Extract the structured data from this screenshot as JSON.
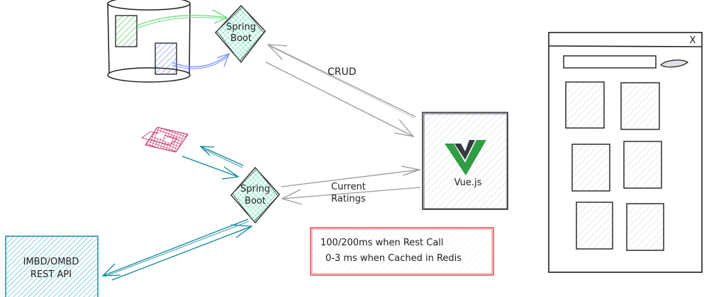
{
  "colors": {
    "ink": "#1e1e1e",
    "green": "#2f9e44",
    "green_fill": "#b2f2bb",
    "blue": "#4263eb",
    "blue_fill": "#a5b4fc",
    "spring_fill": "#96f2d7",
    "teal": "#0c8599",
    "teal_fill": "#99e9f2",
    "redis": "#c2255c",
    "note_border": "#e03131",
    "grey_arrow": "#999999",
    "vue_green": "#2f9e44",
    "vue_dark": "#343a40"
  },
  "nodes": {
    "database": {
      "label": ""
    },
    "spring_boot_top": {
      "line1": "Spring",
      "line2": "Boot"
    },
    "spring_boot_bottom": {
      "line1": "Spring",
      "line2": "Boot"
    },
    "vue": {
      "label": "Vue.js"
    },
    "redis": {
      "label": ""
    },
    "imdb_api": {
      "line1": "IMBD/OMBD",
      "line2": "REST API"
    }
  },
  "edges": {
    "crud": {
      "label": "CRUD"
    },
    "current_ratings": {
      "line1": "Current",
      "line2": "Ratings"
    }
  },
  "note": {
    "line1": "100/200ms when Rest Call",
    "line2": "0-3 ms when Cached in Redis"
  },
  "window_mockup": {
    "close_label": "X",
    "tiles": 6
  }
}
